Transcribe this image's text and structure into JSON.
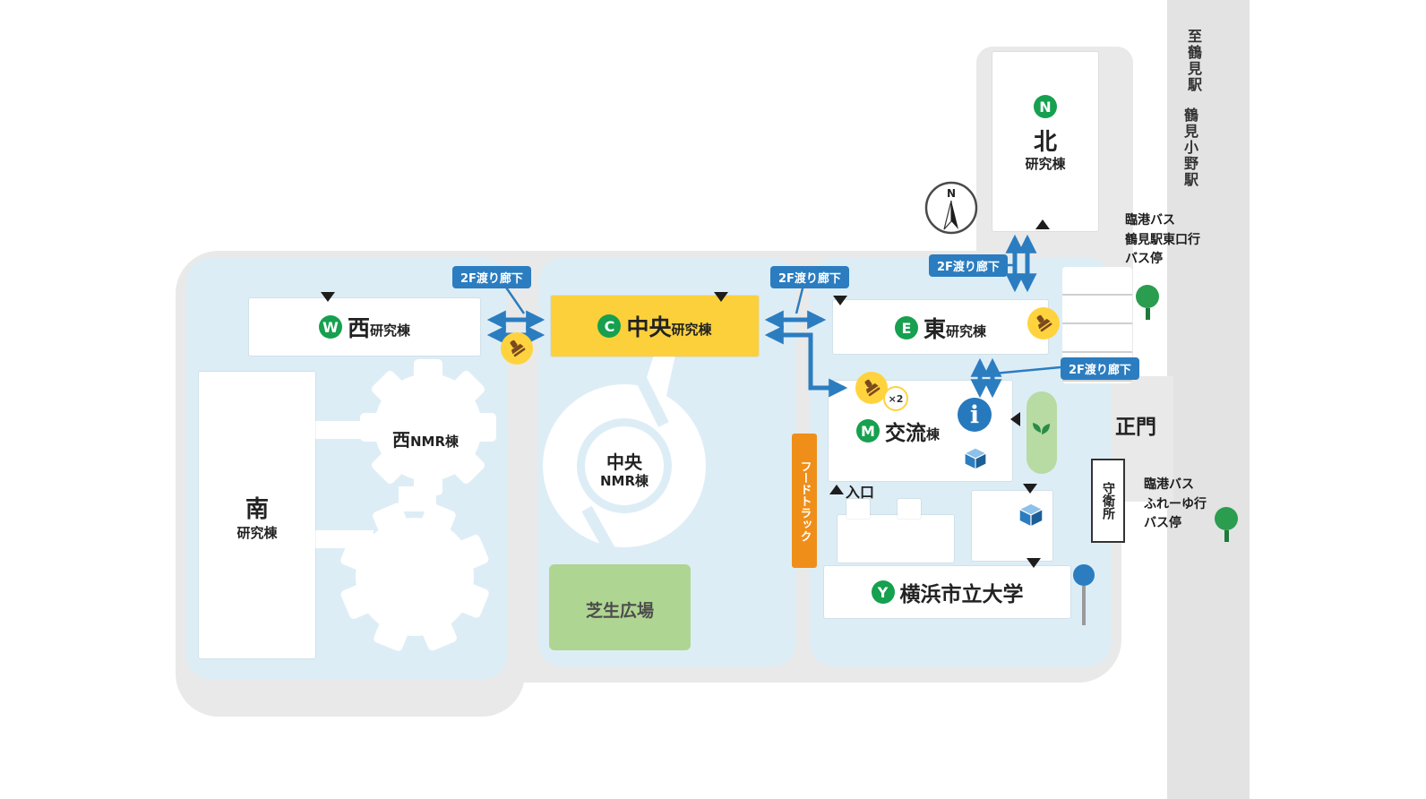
{
  "campus": {
    "buildings": {
      "north": {
        "badge": "N",
        "main": "北",
        "sub": "研究棟"
      },
      "west": {
        "badge": "W",
        "main": "西",
        "sub": "研究棟"
      },
      "central": {
        "badge": "C",
        "main": "中央",
        "sub": "研究棟"
      },
      "east": {
        "badge": "E",
        "main": "東",
        "sub": "研究棟"
      },
      "south": {
        "main": "南",
        "sub": "研究棟"
      },
      "west_nmr": {
        "main": "西",
        "sub": "NMR棟"
      },
      "central_nmr": {
        "line1": "中央",
        "line2": "NMR棟"
      },
      "exchange": {
        "badge": "M",
        "main": "交流",
        "sub": "棟"
      },
      "university": {
        "badge": "Y",
        "name": "横浜市立大学"
      }
    },
    "areas": {
      "lawn": "芝生広場",
      "guard_house": "守衛所",
      "main_gate": "正門",
      "entrance": "入口",
      "food_truck": "フードトラック"
    },
    "labels": {
      "corridor_2f": "2F渡り廊下",
      "stamp_count": "×2",
      "compass_north": "N",
      "info": "i"
    },
    "transit": {
      "road_dest_top": "至鶴見駅",
      "road_dest_bottom": "鶴見小野駅",
      "bus_stop_north": {
        "line1": "臨港バス",
        "line2": "鶴見駅東口行",
        "line3": "バス停"
      },
      "bus_stop_south": {
        "line1": "臨港バス",
        "line2": "ふれーゆ行",
        "line3": "バス停"
      }
    },
    "colors": {
      "badge_green": "#16a04f",
      "corridor_blue": "#2b7dc0",
      "highlight_yellow": "#fbd03b",
      "zone_blue": "#ddedf6",
      "campus_gray": "#e9e9e9",
      "lawn_green": "#afd592",
      "food_truck_orange": "#ef8f1a",
      "stamp_yellow": "#ffd33e",
      "stamp_brown": "#7a4a1e"
    }
  }
}
